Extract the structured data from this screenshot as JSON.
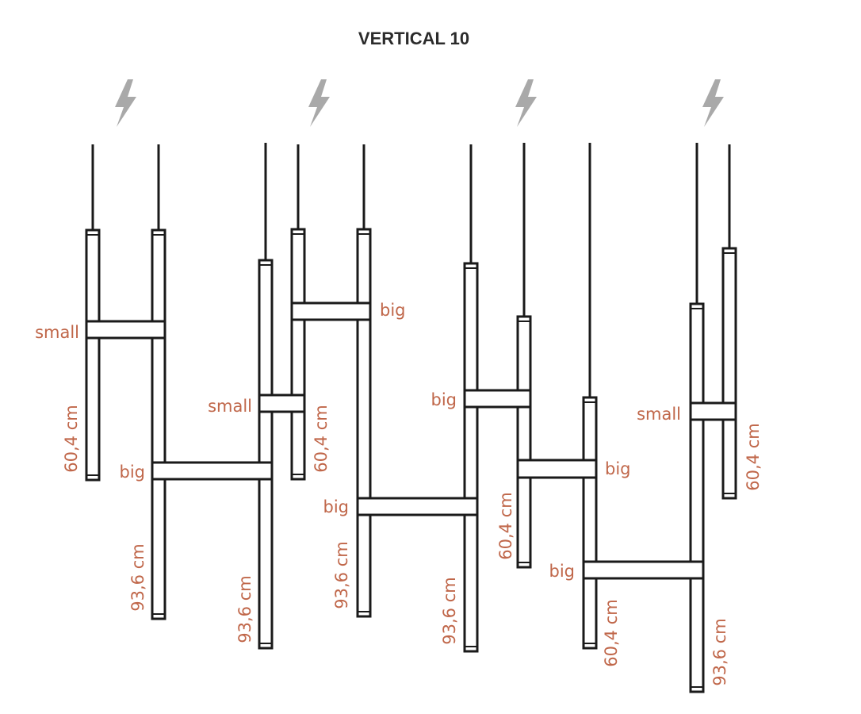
{
  "title": "VERTICAL 10",
  "colors": {
    "label": "#c0674a",
    "line": "#1a1a1a",
    "bolt": "#a9a9a9"
  },
  "icons": [
    "power-bolt-icon",
    "power-bolt-icon",
    "power-bolt-icon",
    "power-bolt-icon"
  ],
  "connectors": [
    {
      "label": "small"
    },
    {
      "label": "big"
    },
    {
      "label": "small"
    },
    {
      "label": "big"
    },
    {
      "label": "big"
    },
    {
      "label": "big"
    },
    {
      "label": "big"
    },
    {
      "label": "big"
    },
    {
      "label": "small"
    }
  ],
  "lengths": [
    {
      "label": "60,4 cm"
    },
    {
      "label": "93,6 cm"
    },
    {
      "label": "93,6 cm"
    },
    {
      "label": "60,4 cm"
    },
    {
      "label": "93,6 cm"
    },
    {
      "label": "93,6 cm"
    },
    {
      "label": "60,4 cm"
    },
    {
      "label": "60,4 cm"
    },
    {
      "label": "93,6 cm"
    },
    {
      "label": "60,4 cm"
    }
  ]
}
